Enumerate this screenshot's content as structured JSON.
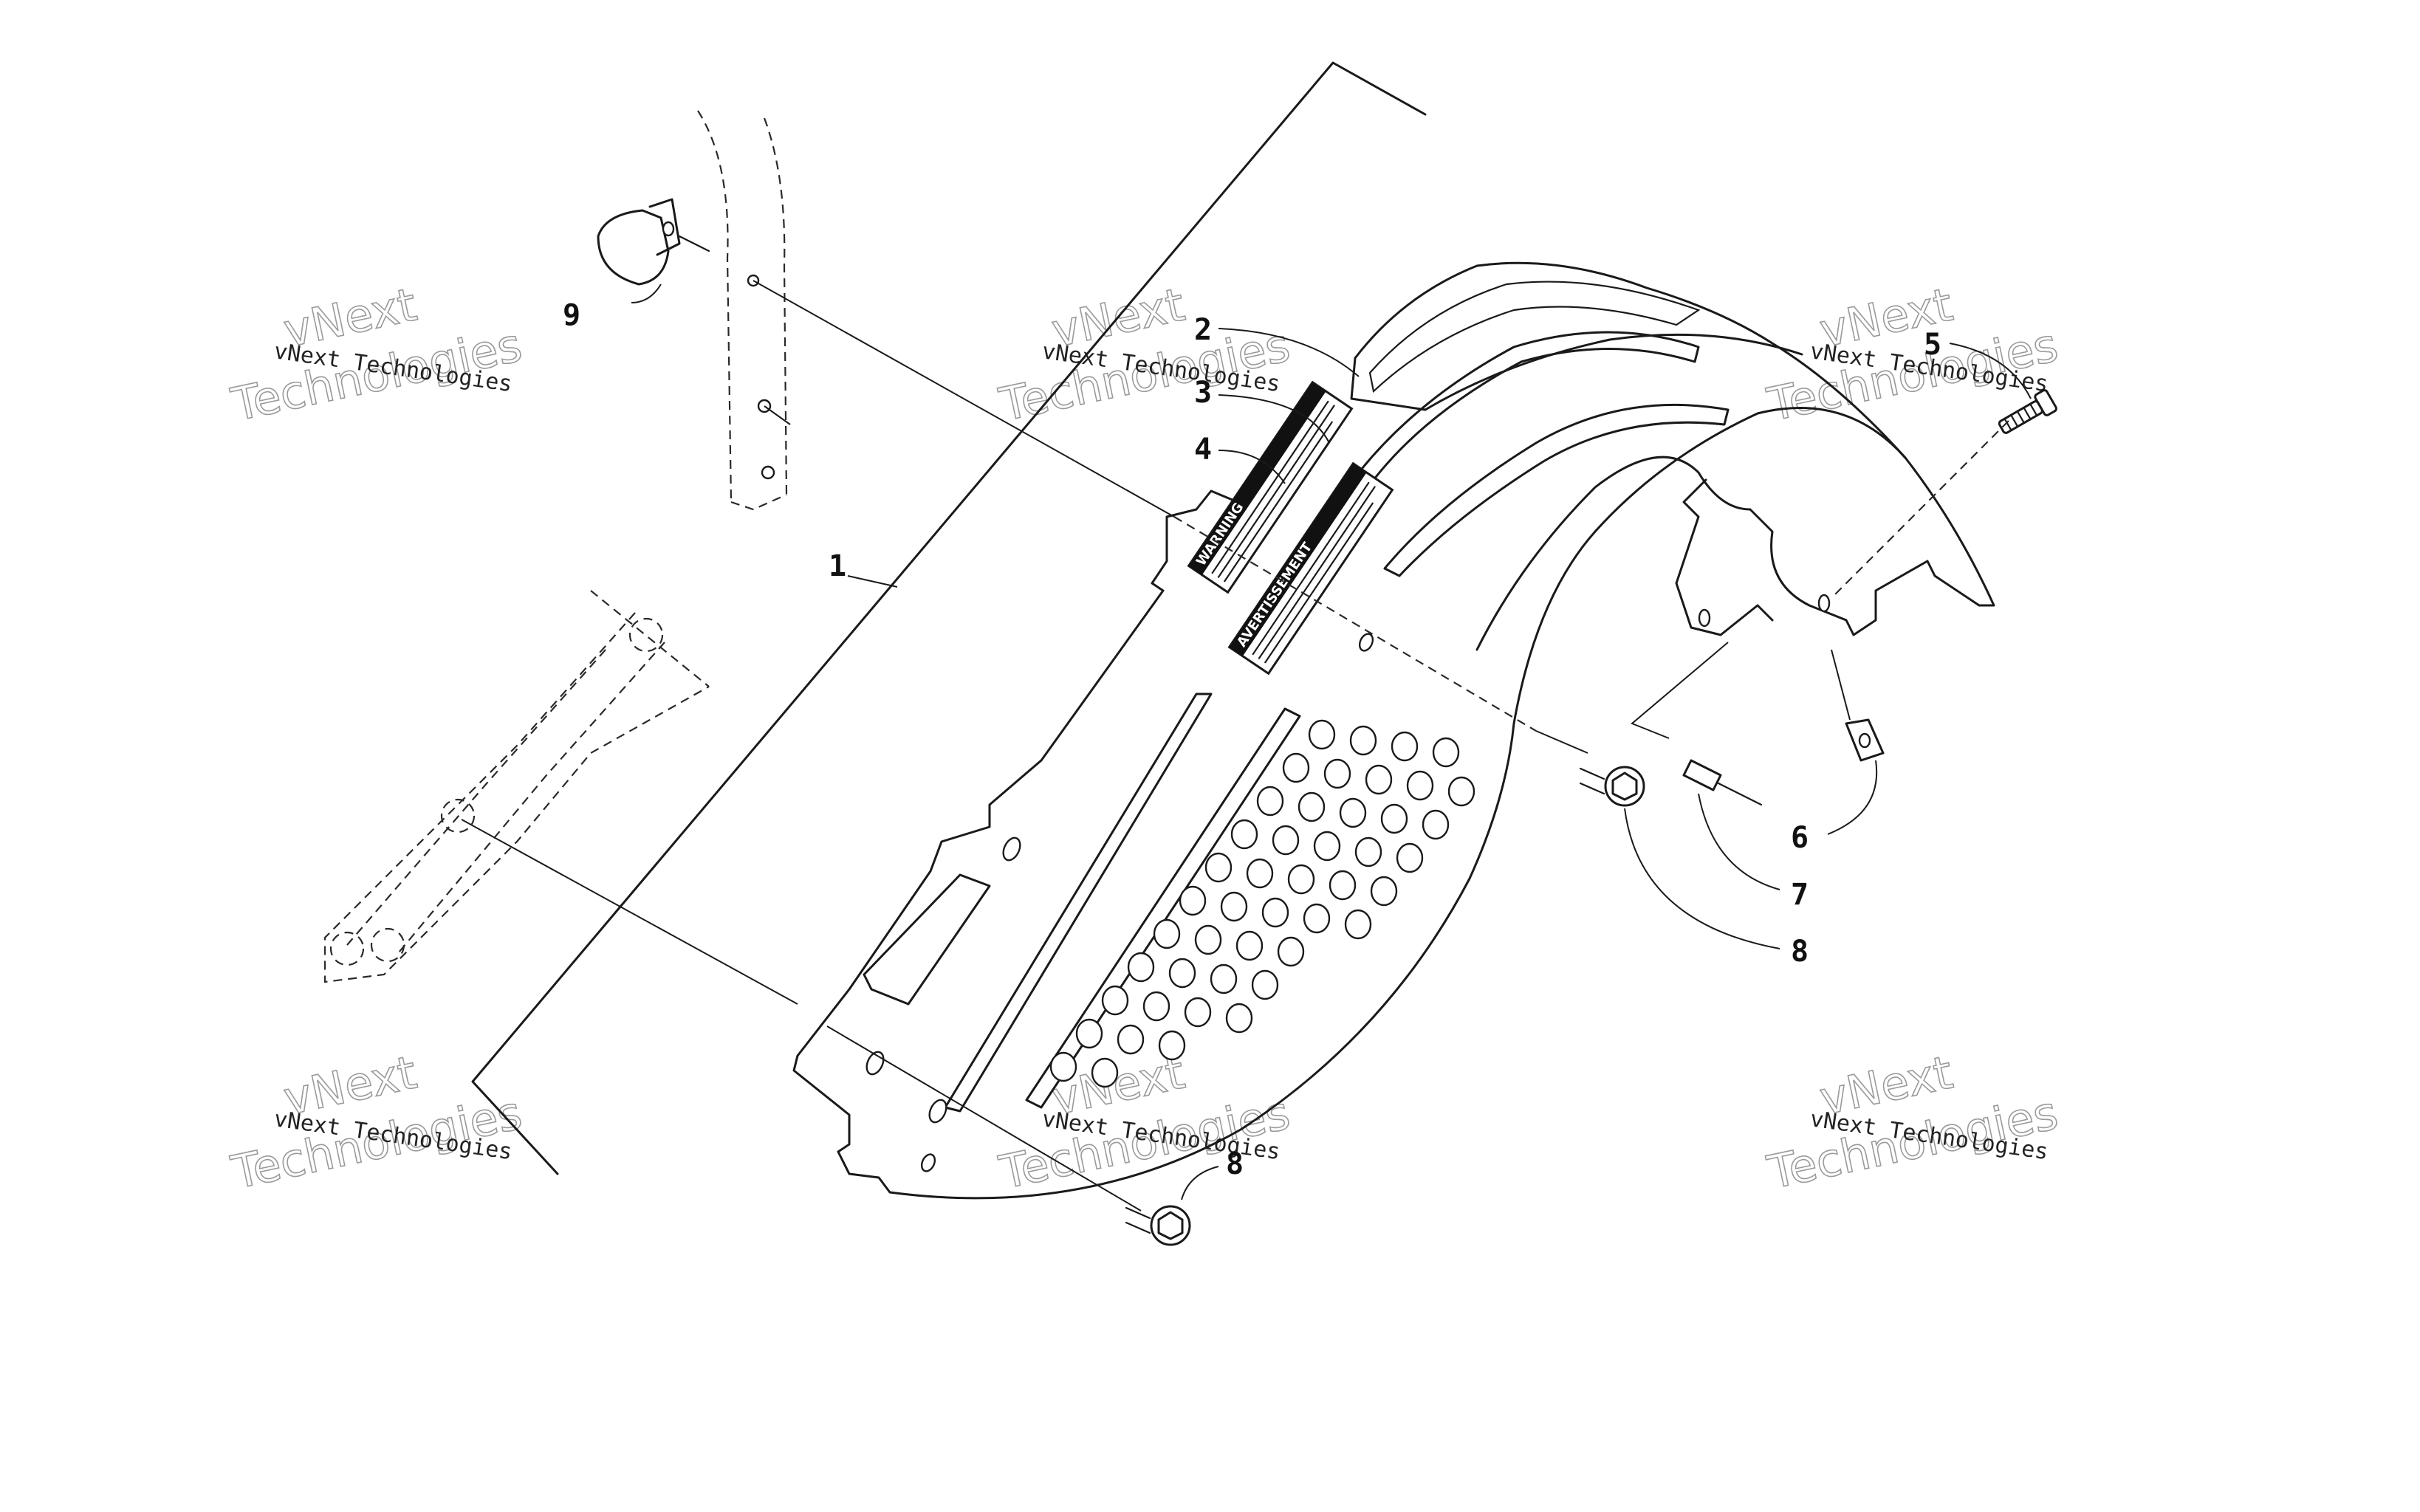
{
  "callouts": [
    {
      "id": "1",
      "text": "1"
    },
    {
      "id": "2",
      "text": "2"
    },
    {
      "id": "3",
      "text": "3"
    },
    {
      "id": "4",
      "text": "4"
    },
    {
      "id": "5",
      "text": "5"
    },
    {
      "id": "6",
      "text": "6"
    },
    {
      "id": "7",
      "text": "7"
    },
    {
      "id": "8a",
      "text": "8"
    },
    {
      "id": "8b",
      "text": "8"
    },
    {
      "id": "9",
      "text": "9"
    }
  ],
  "decals": {
    "warning": "WARNING",
    "avertissement": "AVERTISSEMENT"
  },
  "watermark": {
    "line1": "vNext Technologies",
    "big1": "vNext",
    "big2": "Technologies"
  }
}
